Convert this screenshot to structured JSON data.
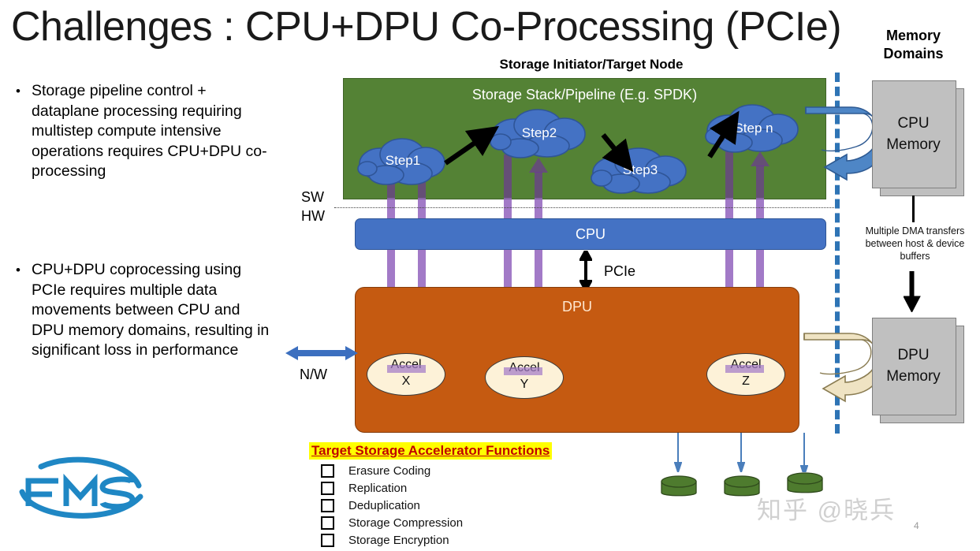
{
  "slide": {
    "title": "Challenges : CPU+DPU Co-Processing (PCIe)",
    "page_number": "4",
    "watermark": "知乎 @晓兵"
  },
  "bullets": [
    {
      "marker": "•",
      "text": "Storage  pipeline control + dataplane processing requiring multistep compute intensive operations requires CPU+DPU co-processing"
    },
    {
      "marker": "•",
      "text": "CPU+DPU coprocessing using PCIe requires multiple data movements between CPU and DPU memory domains, resulting in significant loss in performance"
    }
  ],
  "logo": {
    "name": "FMS",
    "color": "#1F87C4"
  },
  "diagram": {
    "node_caption": "Storage Initiator/Target Node",
    "memory_domains_caption": "Memory\nDomains",
    "storage_stack_label": "Storage Stack/Pipeline (E.g. SPDK)",
    "steps": [
      {
        "label": "Step1"
      },
      {
        "label": "Step2"
      },
      {
        "label": "Step3"
      },
      {
        "label": "Step n"
      }
    ],
    "sw_label": "SW",
    "hw_label": "HW",
    "cpu_label": "CPU",
    "pcie_label": "PCIe",
    "dpu_label": "DPU",
    "nw_label": "N/W",
    "accelerators": [
      {
        "name": "Accel",
        "suffix": "X"
      },
      {
        "name": "Accel",
        "suffix": "Y"
      },
      {
        "name": "Accel",
        "suffix": "Z"
      }
    ],
    "cpu_memory_line1": "CPU",
    "cpu_memory_line2": "Memory",
    "dpu_memory_line1": "DPU",
    "dpu_memory_line2": "Memory",
    "dma_note": "Multiple DMA transfers  between host & device buffers",
    "colors": {
      "storage_stack_green": "#548235",
      "cpu_blue": "#4472C4",
      "dpu_orange": "#C55A11",
      "accel_cream": "#FDF2D8",
      "memory_gray": "#C0C0C0",
      "divider_blue": "#2E74B5",
      "data_path_purple": "#7030A0",
      "disk_green": "#4E7B2E",
      "highlight_yellow": "#FFFF00",
      "highlight_text_red": "#C00000"
    }
  },
  "target_functions": {
    "title": "Target Storage Accelerator Functions",
    "items": [
      "Erasure Coding",
      "Replication",
      "Deduplication",
      "Storage Compression",
      "Storage Encryption"
    ]
  }
}
